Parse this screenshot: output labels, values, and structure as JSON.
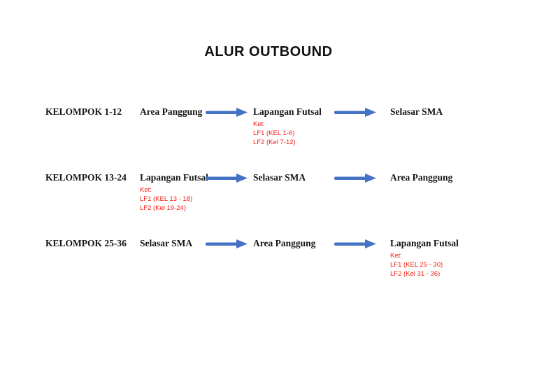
{
  "title": "ALUR OUTBOUND",
  "colors": {
    "arrow_blue": "#4472C4",
    "note_red": "#f41e14",
    "text": "#141414",
    "background": "#ffffff"
  },
  "rows": [
    {
      "group": "KELOMPOK 1-12",
      "stops": [
        {
          "label": "Area Panggung"
        },
        {
          "label": "Lapangan Futsal",
          "notes": [
            "Ket:",
            "LF1 (KEL 1-6)",
            "LF2 (Kel 7-12)"
          ]
        },
        {
          "label": "Selasar SMA"
        }
      ]
    },
    {
      "group": "KELOMPOK 13-24",
      "stops": [
        {
          "label": "Lapangan Futsal",
          "notes": [
            "Ket:",
            "LF1 (KEL 13 - 18)",
            "LF2 (Kel 19-24)"
          ]
        },
        {
          "label": "Selasar SMA"
        },
        {
          "label": "Area Panggung"
        }
      ]
    },
    {
      "group": "KELOMPOK 25-36",
      "stops": [
        {
          "label": "Selasar SMA"
        },
        {
          "label": "Area Panggung"
        },
        {
          "label": "Lapangan Futsal",
          "notes": [
            "Ket:",
            "LF1 (KEL 25 - 30)",
            "LF2 (Kel 31 - 36)"
          ]
        }
      ]
    }
  ]
}
